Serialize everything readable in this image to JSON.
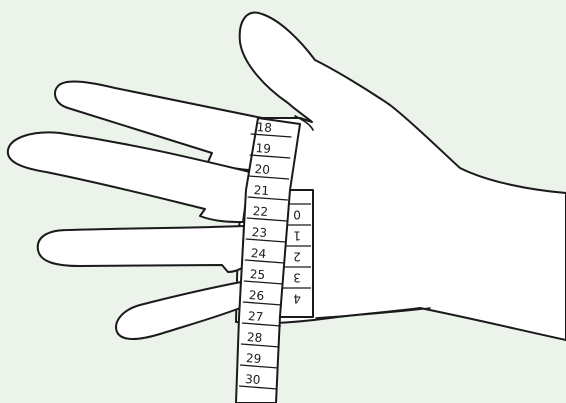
{
  "figure": {
    "subject": "hand with measuring tape around palm",
    "colors": {
      "background": "#ebf3ea",
      "skin_fill": "#ffffff",
      "outline": "#1a1a1a"
    }
  },
  "tape": {
    "scale_numbers": [
      "18",
      "19",
      "20",
      "21",
      "22",
      "23",
      "24",
      "25",
      "26",
      "27",
      "28",
      "29",
      "30"
    ],
    "end_numbers": [
      "0",
      "1",
      "2",
      "3",
      "4"
    ]
  }
}
